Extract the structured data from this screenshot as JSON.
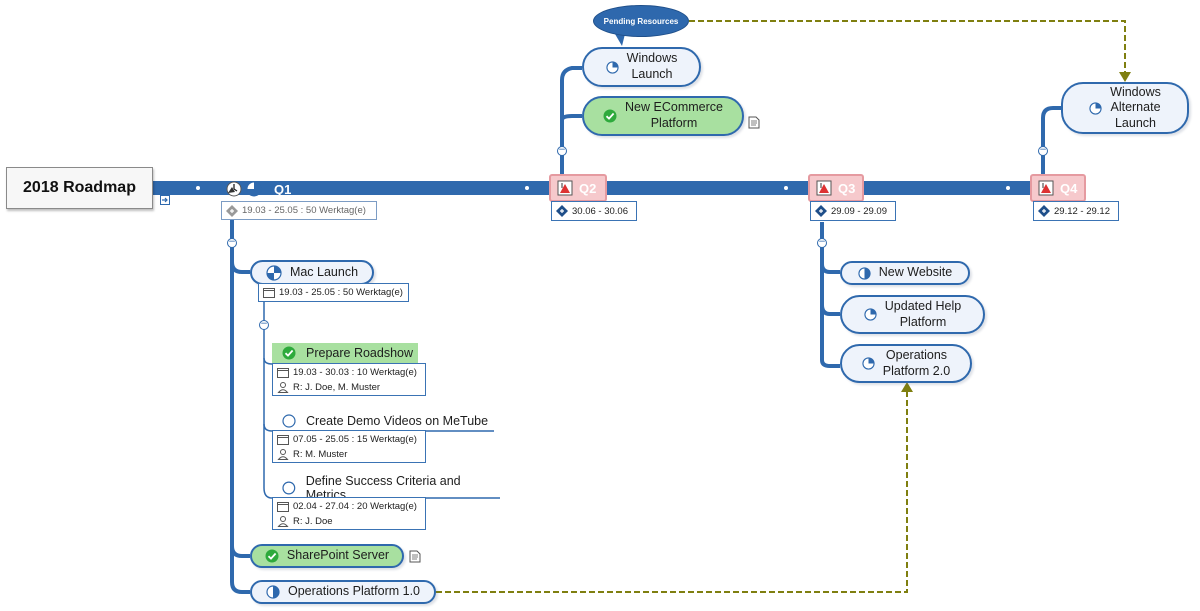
{
  "root": {
    "title": "2018 Roadmap"
  },
  "callout": {
    "text": "Pending Resources"
  },
  "milestones": {
    "q1": {
      "label": "Q1",
      "dates": "19.03 - 25.05 : 50 Werktag(e)"
    },
    "q2": {
      "label": "Q2",
      "dates": "30.06 - 30.06"
    },
    "q3": {
      "label": "Q3",
      "dates": "29.09 - 29.09"
    },
    "q4": {
      "label": "Q4",
      "dates": "29.12 - 29.12"
    }
  },
  "q2_topics": {
    "windows_launch": "Windows\nLaunch",
    "ecommerce": "New ECommerce\nPlatform"
  },
  "q4_topics": {
    "windows_alt": "Windows\nAlternate\nLaunch"
  },
  "q3_topics": {
    "new_website": "New Website",
    "help_platform": "Updated Help\nPlatform",
    "ops2": "Operations\nPlatform 2.0"
  },
  "q1_topics": {
    "mac_launch": {
      "label": "Mac Launch",
      "dates": "19.03 - 25.05 : 50 Werktag(e)"
    },
    "roadshow": {
      "label": "Prepare Roadshow",
      "dates": "19.03 - 30.03 : 10 Werktag(e)",
      "resources": "R: J. Doe, M. Muster"
    },
    "demo_videos": {
      "label": "Create Demo Videos on MeTube",
      "dates": "07.05 - 25.05 : 15 Werktag(e)",
      "resources": "R: M. Muster"
    },
    "success": {
      "label": "Define Success Criteria and Metrics",
      "dates": "02.04 - 27.04 : 20 Werktag(e)",
      "resources": "R: J. Doe"
    },
    "sharepoint": "SharePoint Server",
    "ops1": "Operations Platform 1.0"
  },
  "colors": {
    "timeline": "#2f69ad",
    "connector": "#7f7f10",
    "milestone_fill": "#f6c9cc",
    "done_green": "#a8e0a0"
  }
}
